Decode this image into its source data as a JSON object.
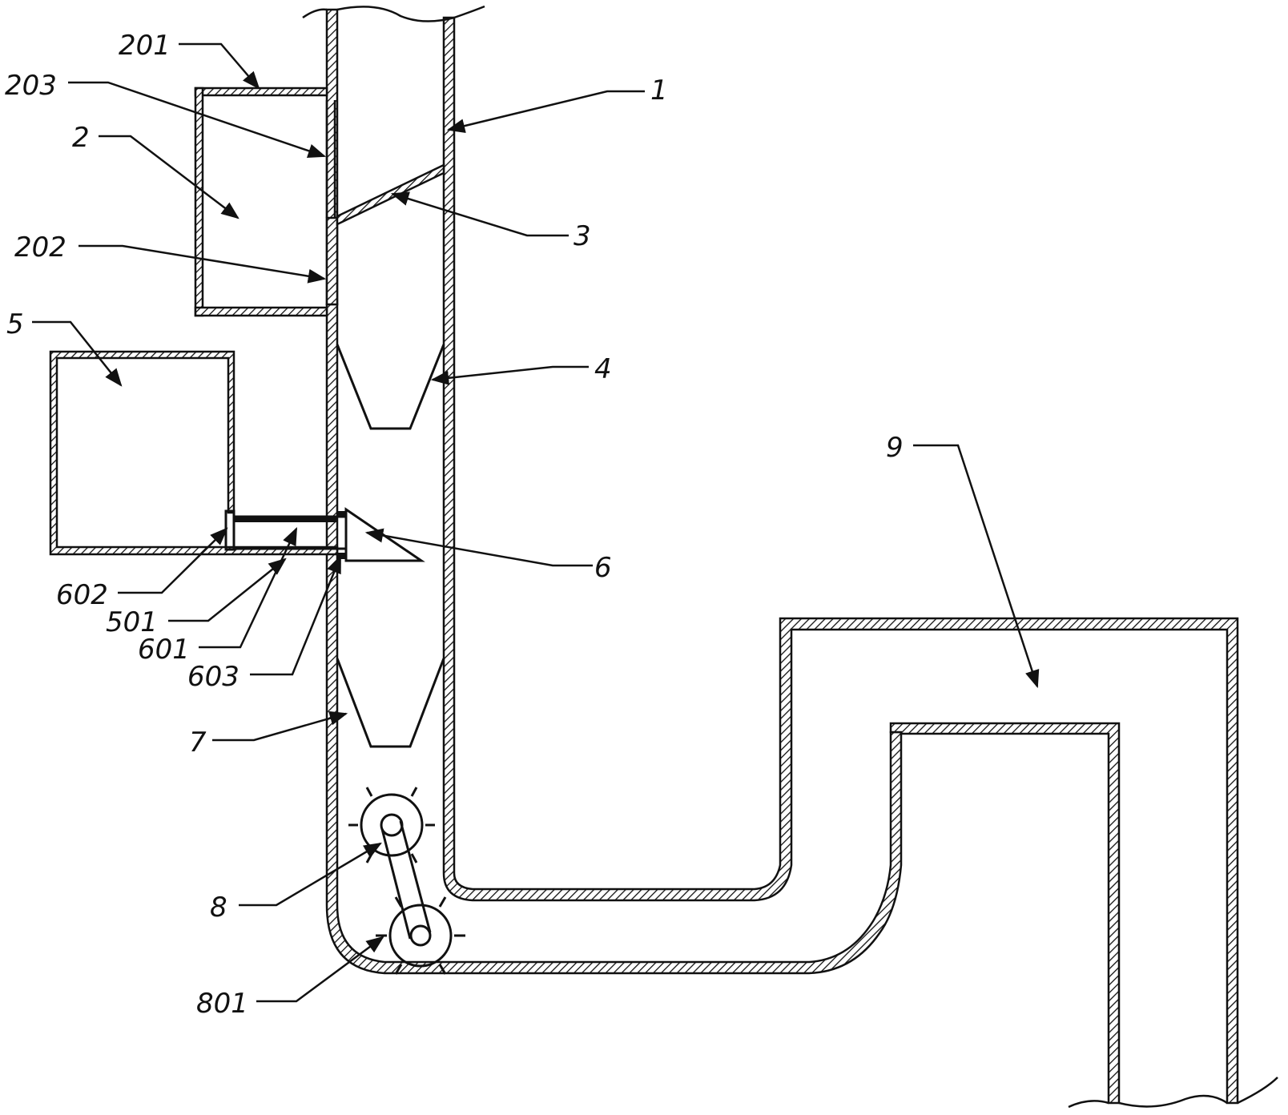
{
  "labels": {
    "l1": "1",
    "l2": "2",
    "l3": "3",
    "l4": "4",
    "l5": "5",
    "l6": "6",
    "l7": "7",
    "l8": "8",
    "l9": "9",
    "l201": "201",
    "l202": "202",
    "l203": "203",
    "l501": "501",
    "l601": "601",
    "l602": "602",
    "l603": "603",
    "l801": "801"
  }
}
